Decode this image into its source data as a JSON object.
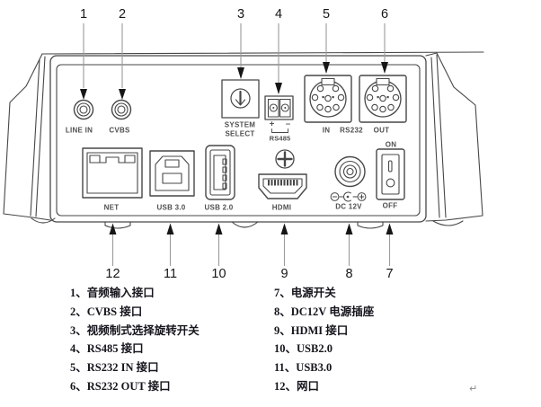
{
  "panel": {
    "labels": {
      "line_in": "LINE IN",
      "cvbs": "CVBS",
      "system_line1": "SYSTEM",
      "system_line2": "SELECT",
      "plus": "+",
      "minus": "–",
      "rs485": "RS485",
      "din_in": "IN",
      "rs232": "RS232",
      "din_out": "OUT",
      "on": "ON",
      "off": "OFF",
      "net": "NET",
      "usb3": "USB 3.0",
      "usb2": "USB 2.0",
      "hdmi": "HDMI",
      "dc12v": "DC 12V"
    }
  },
  "callouts": {
    "top": [
      "1",
      "2",
      "3",
      "4",
      "5",
      "6"
    ],
    "bottom": [
      "7",
      "8",
      "9",
      "10",
      "11",
      "12"
    ]
  },
  "legend": {
    "left": [
      "1、音频输入接口",
      "2、CVBS 接口",
      "3、视频制式选择旋转开关",
      "4、RS485 接口",
      "5、RS232 IN 接口",
      "6、RS232 OUT 接口"
    ],
    "right": [
      "7、电源开关",
      "8、DC12V 电源插座",
      "9、HDMI 接口",
      "10、USB2.0",
      "11、USB3.0",
      "12、网口"
    ]
  },
  "marks": {
    "return_mark": "↵"
  },
  "colors": {
    "background": "#ffffff",
    "line_art": "#474747",
    "panel_label": "#4f4f4f",
    "callout_number": "#161616",
    "callout_line": "#9b9b9b",
    "legend_text": "#15151d"
  }
}
